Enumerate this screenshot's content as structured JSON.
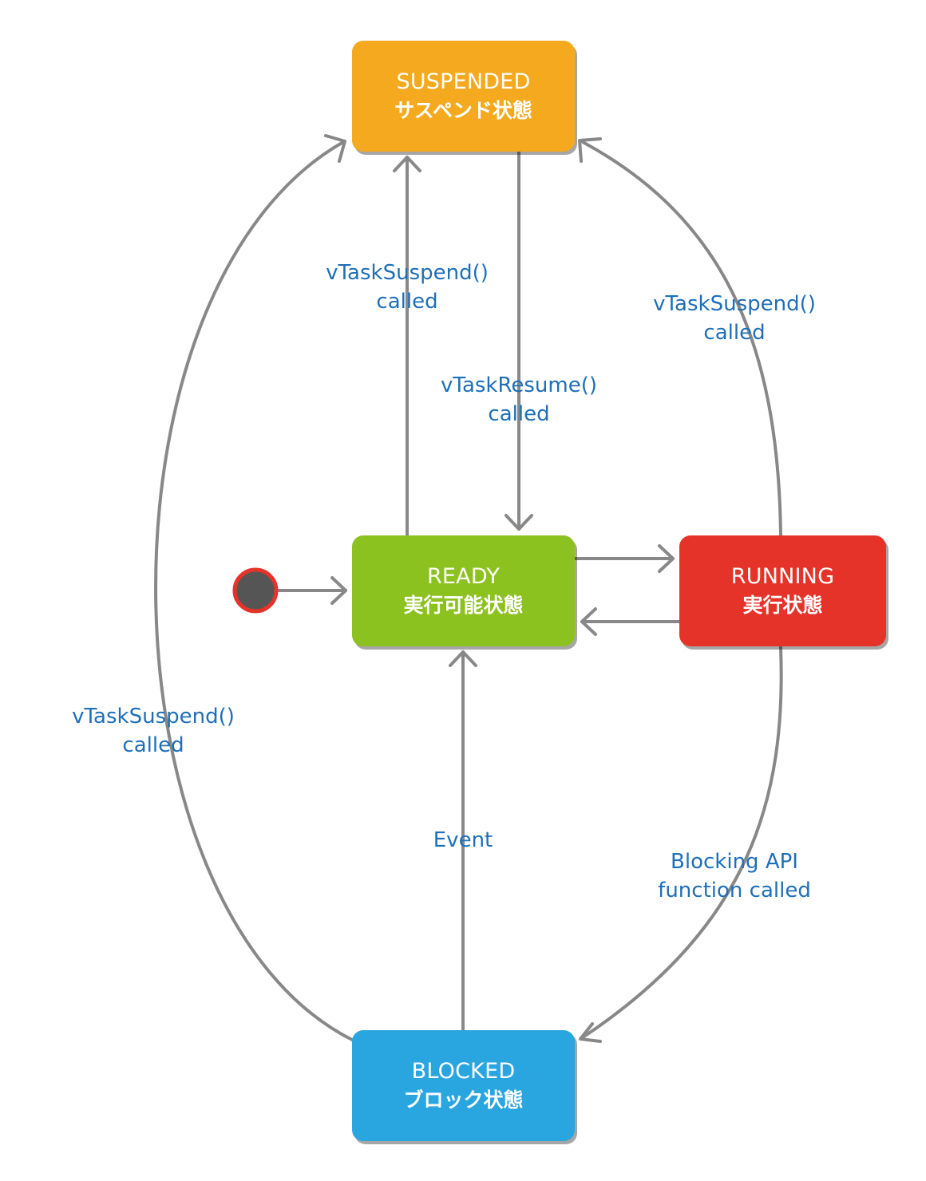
{
  "colors": {
    "suspended": "#f5a91e",
    "ready": "#8cc21f",
    "running": "#e6332a",
    "blocked": "#29a5e0",
    "arrow": "#888888",
    "label": "#1e6fb8",
    "initial_fill": "#555555",
    "initial_stroke": "#e6332a"
  },
  "states": {
    "suspended": {
      "title": "SUSPENDED",
      "subtitle": "サスペンド状態"
    },
    "ready": {
      "title": "READY",
      "subtitle": "実行可能状態"
    },
    "running": {
      "title": "RUNNING",
      "subtitle": "実行状態"
    },
    "blocked": {
      "title": "BLOCKED",
      "subtitle": "ブロック状態"
    }
  },
  "transitions": {
    "ready_to_suspended": {
      "line1": "vTaskSuspend()",
      "line2": "called"
    },
    "suspended_to_ready": {
      "line1": "vTaskResume()",
      "line2": "called"
    },
    "running_to_suspended": {
      "line1": "vTaskSuspend()",
      "line2": "called"
    },
    "blocked_to_suspended": {
      "line1": "vTaskSuspend()",
      "line2": "called"
    },
    "blocked_to_ready": {
      "line1": "Event"
    },
    "running_to_blocked": {
      "line1": "Blocking API",
      "line2": "function called"
    }
  }
}
